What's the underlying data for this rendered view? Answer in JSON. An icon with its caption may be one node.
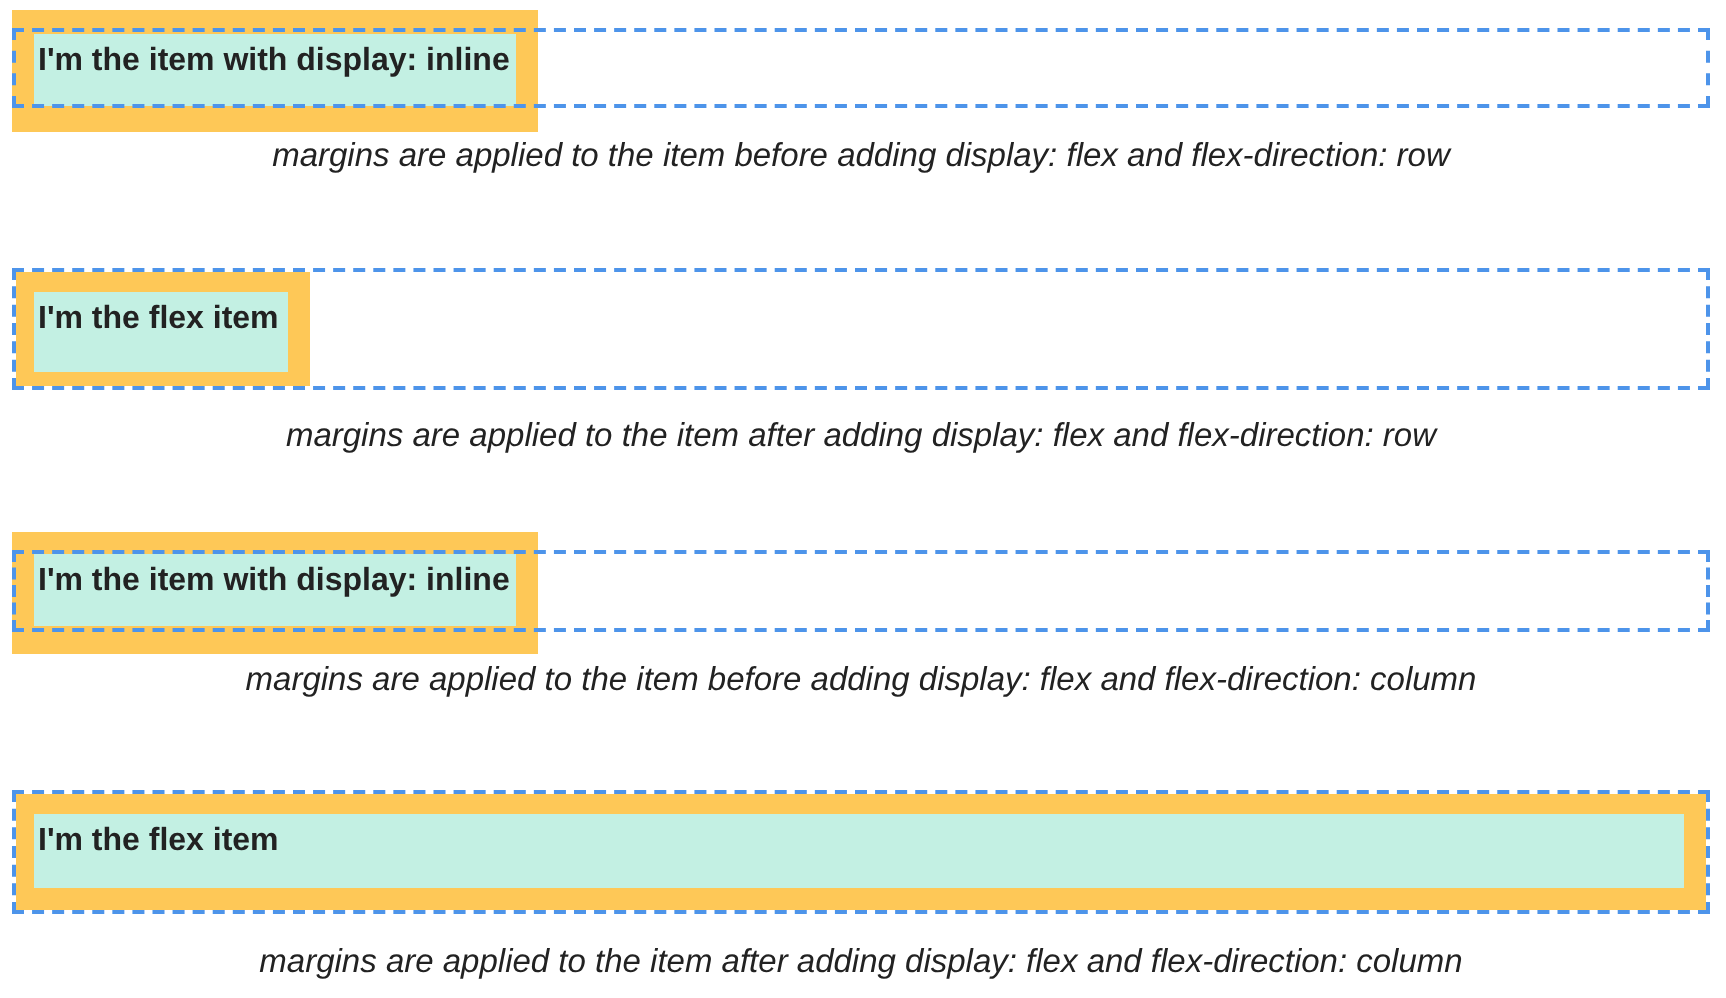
{
  "diagram": {
    "nodes": [
      {
        "text": [],
        "shape": "box"
      },
      {
        "text": [
          "I'm the item with display: inline"
        ]
      },
      {
        "text": [],
        "shape": "box"
      },
      {
        "text": [
          "I'm the flex item"
        ],
        "in": 2
      },
      {
        "text": [],
        "shape": "box"
      },
      {
        "text": [
          "I'm the item with display: inline"
        ]
      },
      {
        "text": [],
        "shape": "box"
      },
      {
        "text": [
          "I'm the flex item"
        ],
        "in": 6
      }
    ],
    "edges": [],
    "labels": [
      "margins are applied to the item before adding display: flex and flex-direction: row",
      "margins are applied to the item after adding display: flex and flex-direction: row",
      "margins are applied to the item before adding display: flex and flex-direction: column",
      "margins are applied to the item after adding display: flex and flex-direction: column"
    ]
  }
}
